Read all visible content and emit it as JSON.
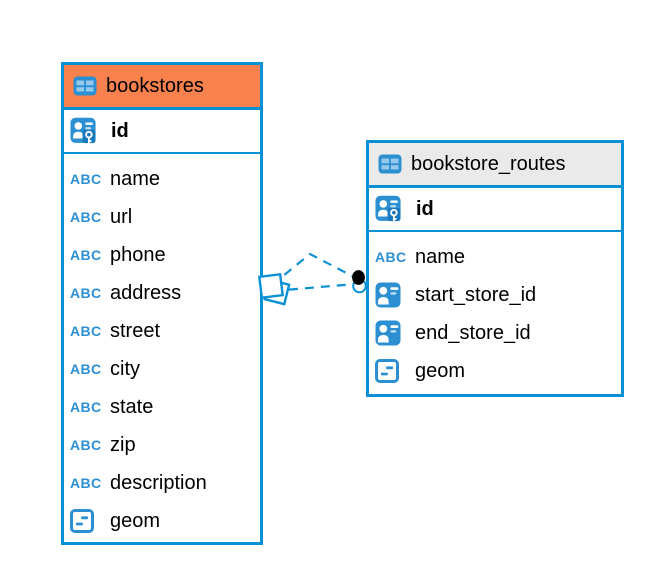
{
  "diagram": {
    "type": "entity-relationship",
    "background": "#ffffff"
  },
  "colors": {
    "accent_blue": "#0A90D5",
    "icon_blue": "#2B8FD2",
    "bookstores_header": "#F8814E",
    "bookstore_routes_header": "#EAEAEA",
    "text": "#000000",
    "relationship_marker_black": "#000000"
  },
  "icons": {
    "text_type_glyph": "ABC"
  },
  "tables": [
    {
      "name": "bookstores",
      "header_icon": "table-icon",
      "primary_key": {
        "label": "id",
        "icon": "primary-key-icon"
      },
      "columns": [
        {
          "label": "name",
          "icon": "text-type-icon"
        },
        {
          "label": "url",
          "icon": "text-type-icon"
        },
        {
          "label": "phone",
          "icon": "text-type-icon"
        },
        {
          "label": "address",
          "icon": "text-type-icon"
        },
        {
          "label": "street",
          "icon": "text-type-icon"
        },
        {
          "label": "city",
          "icon": "text-type-icon"
        },
        {
          "label": "state",
          "icon": "text-type-icon"
        },
        {
          "label": "zip",
          "icon": "text-type-icon"
        },
        {
          "label": "description",
          "icon": "text-type-icon"
        },
        {
          "label": "geom",
          "icon": "geometry-type-icon"
        }
      ]
    },
    {
      "name": "bookstore_routes",
      "header_icon": "table-icon",
      "primary_key": {
        "label": "id",
        "icon": "primary-key-icon"
      },
      "columns": [
        {
          "label": "name",
          "icon": "text-type-icon"
        },
        {
          "label": "start_store_id",
          "icon": "foreign-key-icon"
        },
        {
          "label": "end_store_id",
          "icon": "foreign-key-icon"
        },
        {
          "label": "geom",
          "icon": "geometry-type-icon"
        }
      ]
    }
  ],
  "relationships": [
    {
      "from": "bookstore_routes",
      "to": "bookstores",
      "line_style": "dashed"
    },
    {
      "from": "bookstore_routes",
      "to": "bookstores",
      "line_style": "dashed"
    }
  ]
}
